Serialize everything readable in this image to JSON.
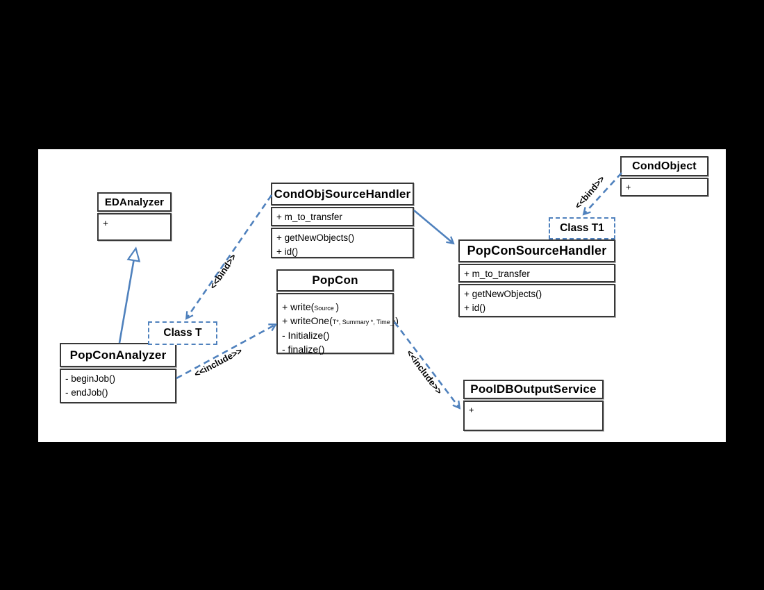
{
  "colors": {
    "accent_blue": "#4f81bd",
    "box_border": "#383838",
    "canvas_bg": "#ffffff",
    "page_bg": "#000000"
  },
  "classes": {
    "edanalyzer": {
      "title": "EDAnalyzer",
      "body": "+"
    },
    "cond_obj_source_handler": {
      "title": "CondObjSourceHandler",
      "attr": "+ m_to_transfer",
      "method1": "+ getNewObjects()",
      "method2": "+ id()"
    },
    "cond_object": {
      "title": "CondObject",
      "body": "+"
    },
    "popcon_source_handler": {
      "title": "PopConSourceHandler",
      "attr": "+ m_to_transfer",
      "method1": "+ getNewObjects()",
      "method2": "+ id()"
    },
    "popcon": {
      "title": "PopCon",
      "write_prefix": "+ write(",
      "write_param": "Source ",
      "write_suffix": ")",
      "writeone_prefix": "+ writeOne(",
      "writeone_param": "T*, Summary *, Time_t",
      "writeone_suffix": ")",
      "method3": "- Initialize()",
      "method4": "- finalize()"
    },
    "popcon_analyzer": {
      "title": "PopConAnalyzer",
      "method1": "- beginJob()",
      "method2": "- endJob()"
    },
    "pooldb_output_service": {
      "title": "PoolDBOutputService",
      "body": "+"
    }
  },
  "typeparams": {
    "class_t": {
      "label": "Class T"
    },
    "class_t1": {
      "label": "Class T1"
    }
  },
  "edges": {
    "bind_top_left": {
      "label": "<<bind>>"
    },
    "bind_top_right": {
      "label": "<<bind>>"
    },
    "include_left": {
      "label": "<<include>>"
    },
    "include_right": {
      "label": "<<include>>"
    }
  }
}
